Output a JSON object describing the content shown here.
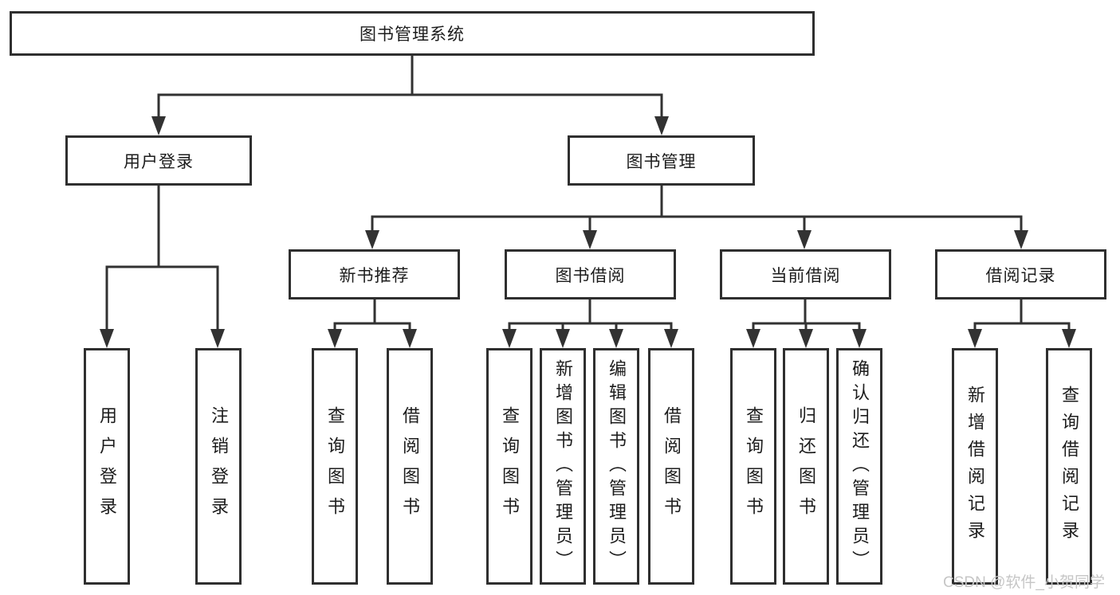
{
  "diagram": {
    "tree": {
      "root": "图书管理系统",
      "children": [
        {
          "label": "用户登录",
          "children": [
            {
              "label": "用户登录"
            },
            {
              "label": "注销登录"
            }
          ]
        },
        {
          "label": "图书管理",
          "children": [
            {
              "label": "新书推荐",
              "children": [
                {
                  "label": "查询图书"
                },
                {
                  "label": "借阅图书"
                }
              ]
            },
            {
              "label": "图书借阅",
              "children": [
                {
                  "label": "查询图书"
                },
                {
                  "label": "新增图书（管理员）"
                },
                {
                  "label": "编辑图书（管理员）"
                },
                {
                  "label": "借阅图书"
                }
              ]
            },
            {
              "label": "当前借阅",
              "children": [
                {
                  "label": "查询图书"
                },
                {
                  "label": "归还图书"
                },
                {
                  "label": "确认归还（管理员）"
                }
              ]
            },
            {
              "label": "借阅记录",
              "children": [
                {
                  "label": "新增借阅记录"
                },
                {
                  "label": "查询借阅记录"
                }
              ]
            }
          ]
        }
      ]
    },
    "watermark": "CSDN @软件_小贺同学",
    "colors": {
      "line": "#323232",
      "text": "#1c1c1c",
      "watermark": "#c6c6c6",
      "box_fill": "#ffffff"
    }
  }
}
